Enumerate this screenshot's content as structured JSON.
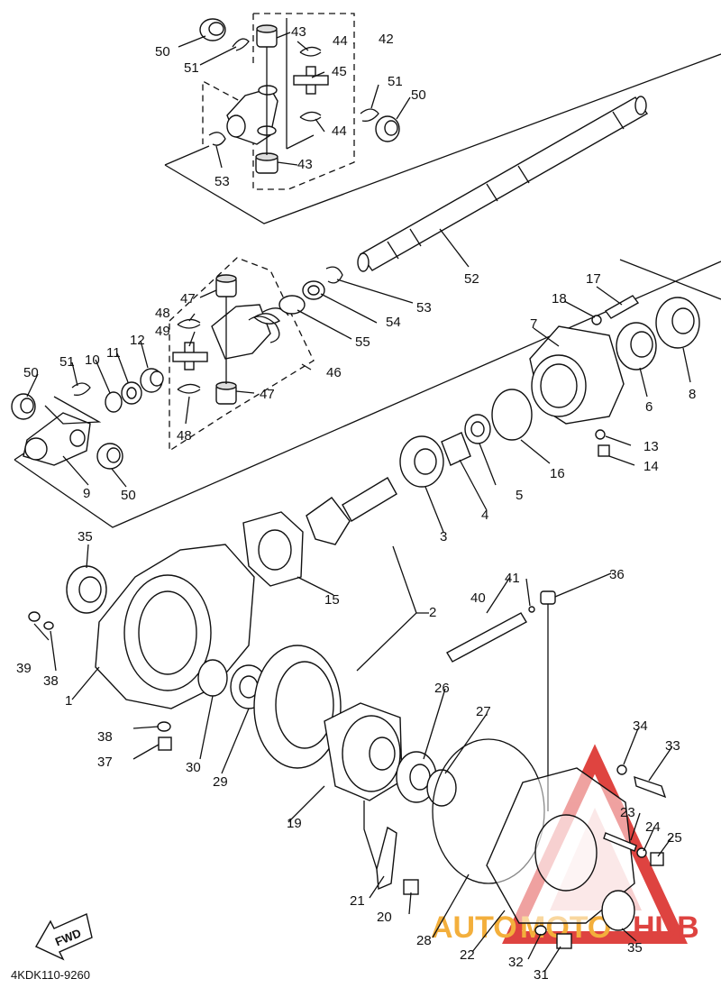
{
  "diagram": {
    "diagram_code": "4KDK110-9260",
    "fwd_label": "FWD",
    "watermark": {
      "auto": "AUTO",
      "moto": "MOTO",
      "hub": "HUB"
    },
    "colors": {
      "watermark_red": "#d9231f",
      "watermark_orange": "#f2a21b",
      "line": "#111111"
    },
    "callouts": [
      "50",
      "51",
      "43",
      "44",
      "42",
      "45",
      "51",
      "50",
      "53",
      "44",
      "43",
      "52",
      "53",
      "47",
      "48",
      "49",
      "54",
      "55",
      "46",
      "47",
      "48",
      "50",
      "51",
      "10",
      "11",
      "12",
      "9",
      "50",
      "18",
      "17",
      "7",
      "6",
      "8",
      "16",
      "13",
      "14",
      "3",
      "4",
      "5",
      "2",
      "15",
      "35",
      "39",
      "38",
      "1",
      "38",
      "37",
      "30",
      "29",
      "19",
      "26",
      "27",
      "40",
      "41",
      "36",
      "34",
      "33",
      "23",
      "24",
      "25",
      "21",
      "20",
      "28",
      "22",
      "32",
      "31",
      "35"
    ]
  }
}
